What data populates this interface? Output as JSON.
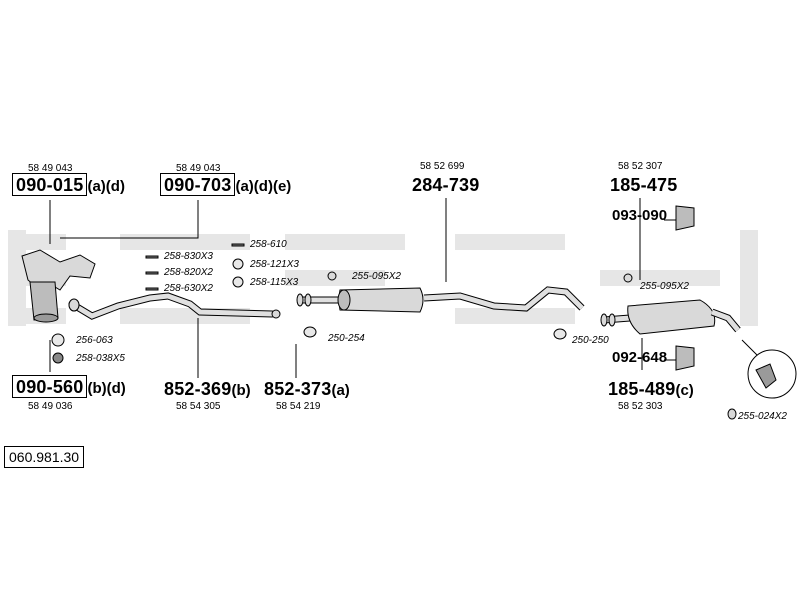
{
  "diagram_id": "060.981.30",
  "parts": {
    "p1": {
      "oe": "58 49 043",
      "code": "090-015",
      "suffix": "(a)(d)"
    },
    "p2": {
      "oe": "58 49 043",
      "code": "090-703",
      "suffix": "(a)(d)(e)"
    },
    "p3": {
      "oe": "58 52 699",
      "code": "284-739"
    },
    "p4": {
      "oe": "58 52 307",
      "code": "185-475"
    },
    "p5": {
      "code": "093-090"
    },
    "p6": {
      "oe": "58 49 036",
      "code": "090-560",
      "suffix": "(b)(d)"
    },
    "p7": {
      "oe": "58 54 305",
      "code": "852-369",
      "suffix": "(b)"
    },
    "p8": {
      "oe": "58 54 219",
      "code": "852-373",
      "suffix": "(a)"
    },
    "p9": {
      "code": "092-648"
    },
    "p10": {
      "oe": "58 52 303",
      "code": "185-489",
      "suffix": "(c)"
    }
  },
  "small_parts": {
    "s1": "258-830X3",
    "s2": "258-820X2",
    "s3": "258-630X2",
    "s4": "258-610",
    "s5": "258-121X3",
    "s6": "258-115X3",
    "s7": "255-095X2",
    "s8": "250-254",
    "s9": "256-063",
    "s10": "258-038X5",
    "s11": "250-250",
    "s12": "255-095X2",
    "s13": "255-024X2"
  },
  "colors": {
    "logo": "#e4e4e4",
    "line": "#000000",
    "part_fill": "#d9d9d9",
    "part_dark": "#9a9a9a"
  }
}
